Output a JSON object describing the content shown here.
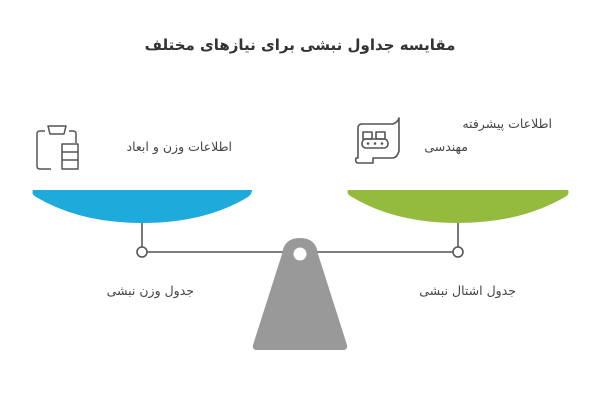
{
  "title": "مقایسه جداول نبشی برای نیازهای مختلف",
  "left": {
    "info_label": "اطلاعات وزن و ابعاد",
    "table_label": "جدول وزن نبشی",
    "icon": "clipboard-table-icon",
    "color": "#1eaadb"
  },
  "right": {
    "info_label_line1": "اطلاعات پیشرفته",
    "info_label_line2": "مهندسی",
    "table_label": "جدول اشتال نبشی",
    "icon": "engineering-blueprint-icon",
    "color": "#94bb3e"
  },
  "fulcrum": {
    "color": "#999999"
  },
  "beam": {
    "color": "#555555"
  }
}
